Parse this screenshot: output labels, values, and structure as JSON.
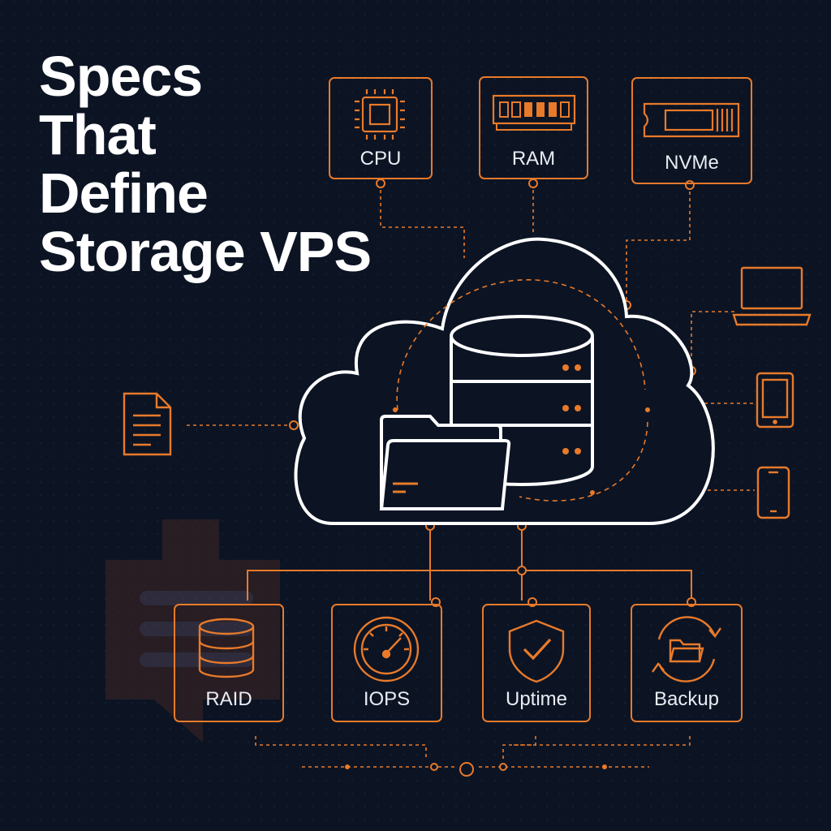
{
  "title": {
    "lines": [
      "Specs",
      "That",
      "Define",
      "Storage VPS"
    ]
  },
  "hardware_specs": [
    {
      "label": "CPU",
      "icon": "cpu-chip-icon"
    },
    {
      "label": "RAM",
      "icon": "ram-module-icon"
    },
    {
      "label": "NVMe",
      "icon": "nvme-drive-icon"
    }
  ],
  "feature_specs": [
    {
      "label": "RAID",
      "icon": "raid-database-icon"
    },
    {
      "label": "IOPS",
      "icon": "speedometer-icon"
    },
    {
      "label": "Uptime",
      "icon": "shield-check-icon"
    },
    {
      "label": "Backup",
      "icon": "backup-folder-icon"
    }
  ],
  "clients": [
    "document-icon",
    "laptop-icon",
    "tablet-icon",
    "smartphone-icon"
  ],
  "colors": {
    "background": "#0c1424",
    "accent": "#e87a2a",
    "outline": "#ffffff",
    "text": "#e9ecf2"
  }
}
